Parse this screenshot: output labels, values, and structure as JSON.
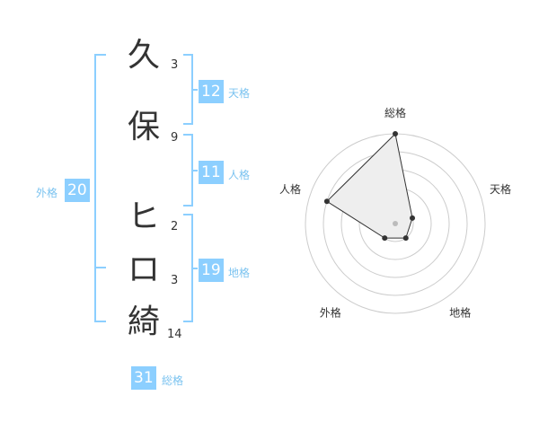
{
  "name": {
    "chars": [
      {
        "char": "久",
        "strokes": "3"
      },
      {
        "char": "保",
        "strokes": "9"
      },
      {
        "char": "ヒ",
        "strokes": "2"
      },
      {
        "char": "ロ",
        "strokes": "3"
      },
      {
        "char": "綺",
        "strokes": "14"
      }
    ]
  },
  "kakaku": {
    "tenkaku": {
      "label": "天格",
      "value": "12"
    },
    "jinkaku": {
      "label": "人格",
      "value": "11"
    },
    "chikaku": {
      "label": "地格",
      "value": "19"
    },
    "gaikaku": {
      "label": "外格",
      "value": "20"
    },
    "soukaku": {
      "label": "総格",
      "value": "31"
    }
  },
  "chart_data": {
    "type": "radar",
    "axes": [
      "総格",
      "天格",
      "地格",
      "外格",
      "人格"
    ],
    "values": [
      5,
      1,
      1,
      1,
      4
    ],
    "max": 5,
    "rings": 5,
    "colors": {
      "fill": "#eeeeee",
      "stroke": "#333333",
      "grid": "#cccccc",
      "center": "#bbbbbb"
    }
  },
  "colors": {
    "accent": "#8ccfff",
    "bracket": "#8ccfff",
    "label": "#7bc3f0",
    "text": "#333333"
  }
}
